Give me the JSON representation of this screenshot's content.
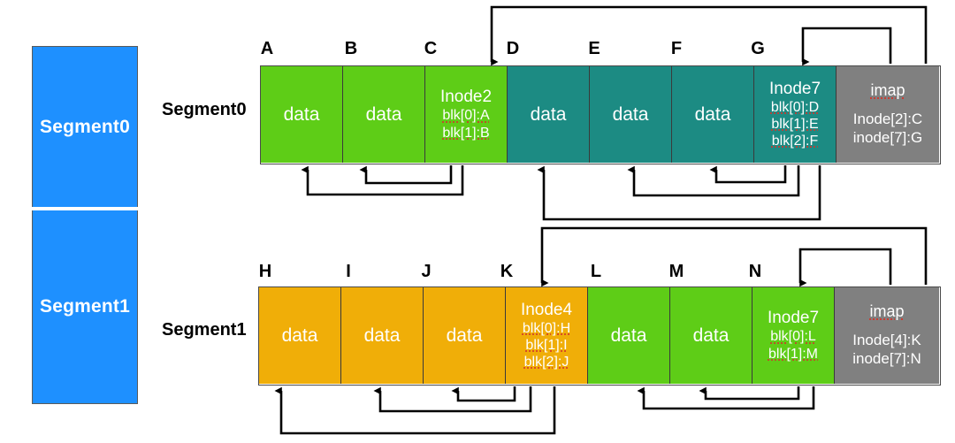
{
  "legend": {
    "segment0_label": "Segment0",
    "segment1_label": "Segment1"
  },
  "rows": [
    {
      "row_label": "Segment0",
      "letters": [
        "A",
        "B",
        "C",
        "D",
        "E",
        "F",
        "G"
      ],
      "blocks": [
        {
          "kind": "data",
          "color": "#5ecd17",
          "text": "data"
        },
        {
          "kind": "data",
          "color": "#5ecd17",
          "text": "data"
        },
        {
          "kind": "inode",
          "color": "#5ecd17",
          "title": "Inode2",
          "lines": [
            "blk[0]:A",
            "blk[1]:B"
          ]
        },
        {
          "kind": "data",
          "color": "#1c8b83",
          "text": "data"
        },
        {
          "kind": "data",
          "color": "#1c8b83",
          "text": "data"
        },
        {
          "kind": "data",
          "color": "#1c8b83",
          "text": "data"
        },
        {
          "kind": "inode",
          "color": "#1c8b83",
          "title": "Inode7",
          "lines": [
            "blk[0]:D",
            "blk[1]:E",
            "blk[2]:F"
          ]
        },
        {
          "kind": "imap",
          "color": "#808080",
          "title": "imap",
          "lines": [
            "Inode[2]:C",
            "inode[7]:G"
          ]
        }
      ]
    },
    {
      "row_label": "Segment1",
      "letters": [
        "H",
        "I",
        "J",
        "K",
        "L",
        "M",
        "N"
      ],
      "blocks": [
        {
          "kind": "data",
          "color": "#f0ae08",
          "text": "data"
        },
        {
          "kind": "data",
          "color": "#f0ae08",
          "text": "data"
        },
        {
          "kind": "data",
          "color": "#f0ae08",
          "text": "data"
        },
        {
          "kind": "inode",
          "color": "#f0ae08",
          "title": "Inode4",
          "lines": [
            "blk[0]:H",
            "blk[1]:I",
            "blk[2]:J"
          ]
        },
        {
          "kind": "data",
          "color": "#5ecd17",
          "text": "data"
        },
        {
          "kind": "data",
          "color": "#5ecd17",
          "text": "data"
        },
        {
          "kind": "inode",
          "color": "#5ecd17",
          "title": "Inode7",
          "lines": [
            "blk[0]:L",
            "blk[1]:M"
          ]
        },
        {
          "kind": "imap",
          "color": "#808080",
          "title": "imap",
          "lines": [
            "Inode[4]:K",
            "inode[7]:N"
          ]
        }
      ]
    }
  ],
  "colors": {
    "green": "#5ecd17",
    "teal": "#1c8b83",
    "orange": "#f0ae08",
    "gray": "#808080",
    "blue": "#1e90ff",
    "wire": "#000000",
    "text_on_block": "#ffffff",
    "label": "#000000"
  }
}
